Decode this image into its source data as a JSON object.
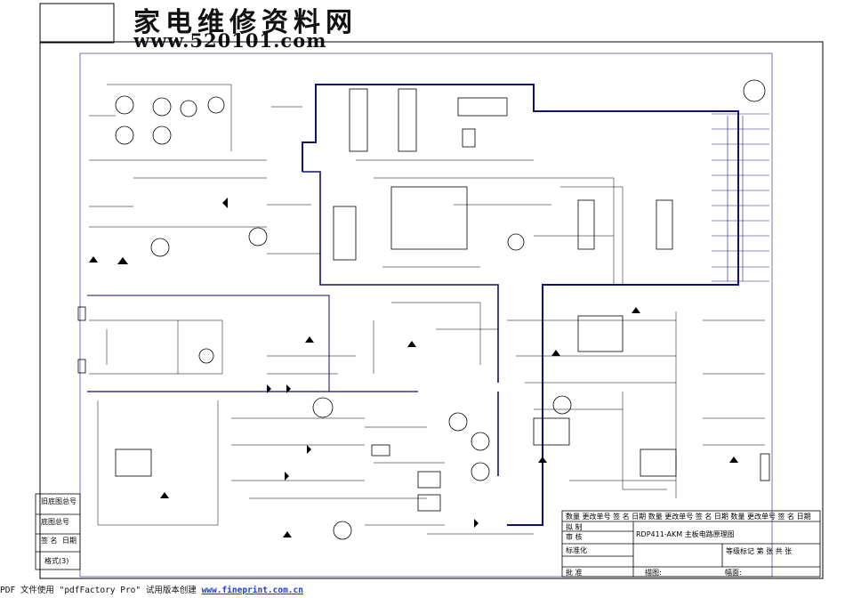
{
  "watermark": {
    "site_name": "家电维修资料网",
    "url": "www.520101.com"
  },
  "schematic": {
    "title": "CHASSIS SCHEMATIC"
  },
  "title_block": {
    "left_cells": [
      "旧底图总号",
      "底图总号",
      "签  名",
      "日期",
      "格式(3)"
    ],
    "header_cells": [
      "数量",
      "更改单号",
      "签  名",
      "日期",
      "数量",
      "更改单号",
      "签  名",
      "日期",
      "数量",
      "更改单号",
      "签  名",
      "日期"
    ],
    "roles": [
      "拟 制",
      "审 核",
      "",
      "标准化",
      "",
      "批 准"
    ],
    "drawing_name": "RDP411-AKM 主板电路原理图",
    "stage_labels": [
      "等级标记",
      "第",
      "张",
      "共",
      "张"
    ],
    "bottom_labels": [
      "描图:",
      "幅面:"
    ]
  },
  "footer": {
    "prefix": "PDF 文件使用 \"pdfFactory Pro\" 试用版本创建 ",
    "link": "www.fineprint.com.cn"
  }
}
